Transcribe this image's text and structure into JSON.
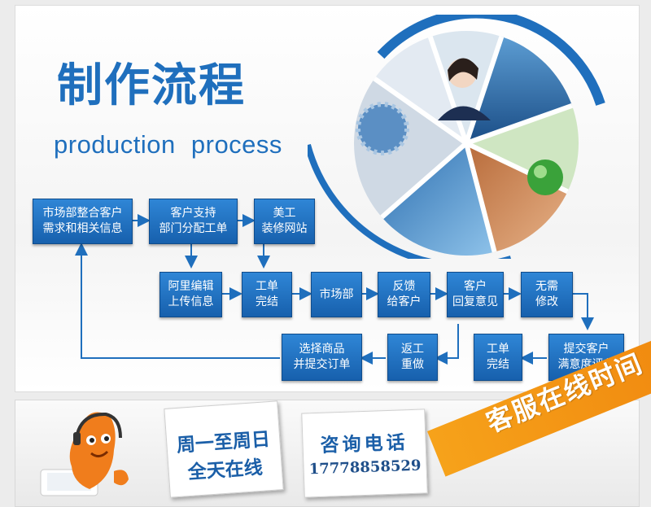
{
  "header": {
    "title": "制作流程",
    "subtitle": "production  process"
  },
  "flow": {
    "s1": [
      "市场部整合客户",
      "需求和相关信息"
    ],
    "s2": [
      "客户支持",
      "部门分配工单"
    ],
    "s3": [
      "美工",
      "装修网站"
    ],
    "s4": [
      "阿里编辑",
      "上传信息"
    ],
    "s5": [
      "工单",
      "完结"
    ],
    "s6": [
      "市场部"
    ],
    "s7": [
      "反馈",
      "给客户"
    ],
    "s8": [
      "客户",
      "回复意见"
    ],
    "s9": [
      "无需",
      "修改"
    ],
    "s10": [
      "提交客户",
      "满意度评分"
    ],
    "s11": [
      "工单",
      "完结"
    ],
    "s12": [
      "返工",
      "重做"
    ],
    "s13": [
      "选择商品",
      "并提交订单"
    ]
  },
  "service": {
    "hours_line1": "周一至周日",
    "hours_line2": "全天在线",
    "consult_label": "咨询电话",
    "phone": "17778858529",
    "banner": "客服在线时间"
  },
  "colors": {
    "brand_blue": "#1f6fbd",
    "box_blue": "#1e6cbf",
    "orange": "#f39314"
  }
}
